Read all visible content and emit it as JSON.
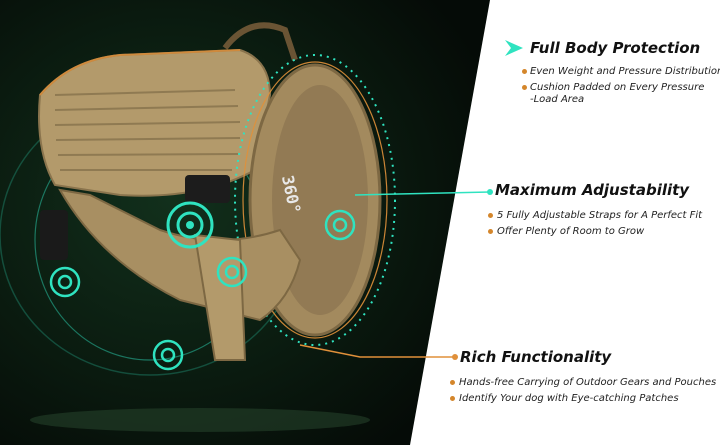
{
  "colors": {
    "dark_bg": "#0a1a0f",
    "accent_teal": "#2fe3c0",
    "accent_orange": "#e0903a",
    "harness_tan": "#b39a6b",
    "bullet_dot": "#d4862b"
  },
  "badge": {
    "label": "360°"
  },
  "features": [
    {
      "title": "Full Body Protection",
      "icon": "chevron-arrow-icon",
      "bullets": [
        "Even Weight and Pressure Distribution",
        "Cushion Padded on Every Pressure",
        "-Load Area"
      ]
    },
    {
      "title": "Maximum Adjustability",
      "bullets": [
        "5 Fully Adjustable Straps for A Perfect Fit",
        "Offer Plenty of Room to Grow"
      ]
    },
    {
      "title": "Rich Functionality",
      "bullets": [
        "Hands-free Carrying of Outdoor Gears and Pouches",
        "Identify Your dog with Eye-catching Patches"
      ]
    }
  ]
}
